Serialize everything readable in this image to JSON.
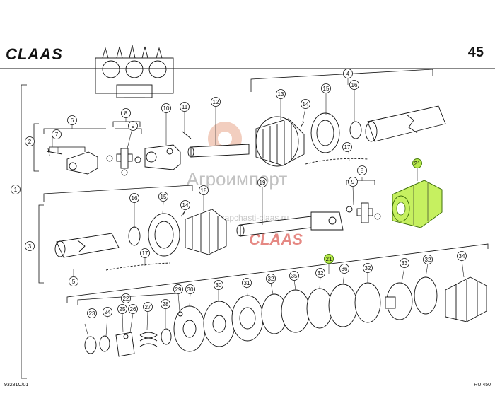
{
  "header": {
    "brand": "CLAAS",
    "page_number": "45"
  },
  "footer": {
    "drawing_code": "93281C/01",
    "model": "RU 450"
  },
  "watermark": {
    "line1": "Агроимпорт",
    "line2": "zapchasti-claas.ru",
    "logo_text": "CLAAS"
  },
  "callouts": [
    {
      "id": "c1",
      "label": "1"
    },
    {
      "id": "c2",
      "label": "2"
    },
    {
      "id": "c3",
      "label": "3"
    },
    {
      "id": "c4",
      "label": "4"
    },
    {
      "id": "c5",
      "label": "5"
    },
    {
      "id": "c6",
      "label": "6"
    },
    {
      "id": "c7",
      "label": "7"
    },
    {
      "id": "c8a",
      "label": "8"
    },
    {
      "id": "c9a",
      "label": "9"
    },
    {
      "id": "c10",
      "label": "10"
    },
    {
      "id": "c11",
      "label": "11"
    },
    {
      "id": "c12",
      "label": "12"
    },
    {
      "id": "c13",
      "label": "13"
    },
    {
      "id": "c14a",
      "label": "14"
    },
    {
      "id": "c15a",
      "label": "15"
    },
    {
      "id": "c16a",
      "label": "16"
    },
    {
      "id": "c17a",
      "label": "17"
    },
    {
      "id": "c21a",
      "label": "21"
    },
    {
      "id": "c8b",
      "label": "8"
    },
    {
      "id": "c9b",
      "label": "9"
    },
    {
      "id": "c15b",
      "label": "15"
    },
    {
      "id": "c18",
      "label": "18"
    },
    {
      "id": "c14b",
      "label": "14"
    },
    {
      "id": "c16b",
      "label": "16"
    },
    {
      "id": "c19",
      "label": "19"
    },
    {
      "id": "c17b",
      "label": "17"
    },
    {
      "id": "c21b",
      "label": "21"
    },
    {
      "id": "c22",
      "label": "22"
    },
    {
      "id": "c23",
      "label": "23"
    },
    {
      "id": "c24",
      "label": "24"
    },
    {
      "id": "c25",
      "label": "25"
    },
    {
      "id": "c26",
      "label": "26"
    },
    {
      "id": "c27",
      "label": "27"
    },
    {
      "id": "c28",
      "label": "28"
    },
    {
      "id": "c29",
      "label": "29"
    },
    {
      "id": "c30a",
      "label": "30"
    },
    {
      "id": "c30b",
      "label": "30"
    },
    {
      "id": "c31",
      "label": "31"
    },
    {
      "id": "c32a",
      "label": "32"
    },
    {
      "id": "c35",
      "label": "35"
    },
    {
      "id": "c32b",
      "label": "32"
    },
    {
      "id": "c36",
      "label": "36"
    },
    {
      "id": "c32c",
      "label": "32"
    },
    {
      "id": "c33",
      "label": "33"
    },
    {
      "id": "c32d",
      "label": "32"
    },
    {
      "id": "c34",
      "label": "34"
    }
  ],
  "highlighted_callouts": [
    "21"
  ],
  "colors": {
    "highlight": "#c6f060",
    "brand_red": "#d0281e",
    "watermark_gray": "#9a9a9a"
  }
}
